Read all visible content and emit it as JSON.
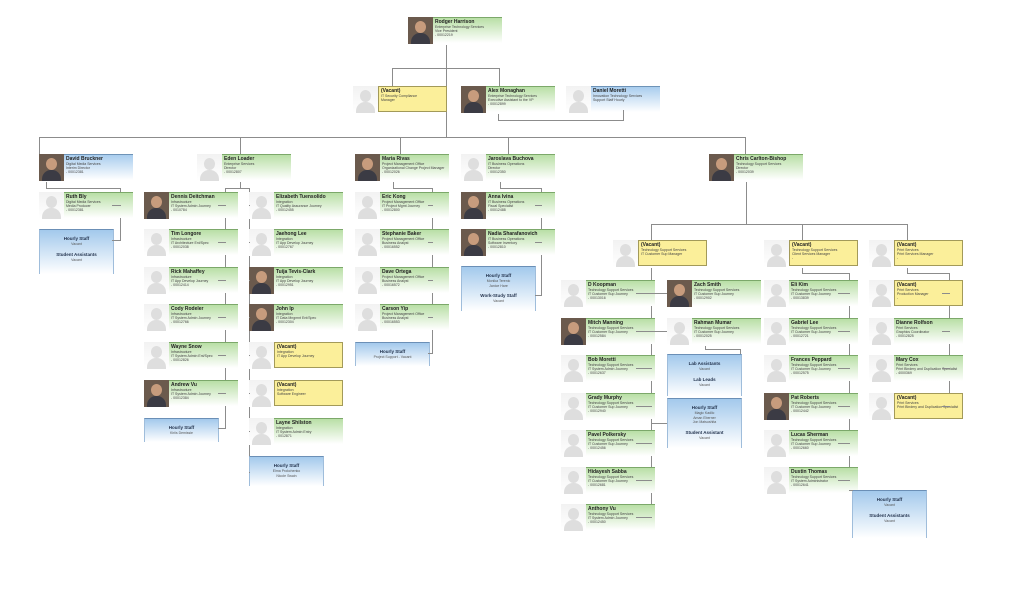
{
  "colors": {
    "filled": "#b9dfa6",
    "vacant": "#fbef9a",
    "support": "#a9cdee",
    "connector": "#8c8c8c"
  },
  "top": {
    "name": "Rodger Harrison",
    "dept": "Enterprise Technology Services",
    "title": "Vice President",
    "id": "- 00012219"
  },
  "top_direct": [
    {
      "name": "(Vacant)",
      "dept": "IT Security Compliance",
      "title": "Manager",
      "id": ""
    },
    {
      "name": "Alex Monaghan",
      "dept": "Enterprise Technology Services",
      "title": "Executive Assistant to the VP",
      "id": "- 00012899"
    },
    {
      "name": "Daniel Moretti",
      "dept": "Innovation Technology Services",
      "title": "Support Staff Hourly",
      "id": ""
    }
  ],
  "directors": [
    {
      "name": "David Bruckner",
      "dept": "Digital Media Services",
      "title": "Interim Director",
      "id": "- 00012381",
      "reports": [
        {
          "name": "Ruth Bly",
          "dept": "Digital Media Services",
          "title": "Media Producer",
          "id": "- 00012381"
        }
      ],
      "staff": {
        "h1": "Hourly Staff",
        "s1": "Vacant",
        "h2": "Student Assistants",
        "s2": "Vacant"
      }
    },
    {
      "name": "Eden Loader",
      "dept": "Enterprise Services",
      "title": "Director",
      "id": "- 00012807",
      "left_reports": [
        {
          "name": "Dennis Deitchman",
          "dept": "Infrastructure",
          "title": "IT System Admin Journey",
          "id": "- 0010784"
        },
        {
          "name": "Tim Longore",
          "dept": "Infrastructure",
          "title": "IT Architecture Ent/Spec",
          "id": "- 00012038"
        },
        {
          "name": "Rick Mahaffey",
          "dept": "Infrastructure",
          "title": "IT App Develop Journey",
          "id": "- 00012414"
        },
        {
          "name": "Cody Rodeler",
          "dept": "Infrastructure",
          "title": "IT System Admin Journey",
          "id": "- 00012766"
        },
        {
          "name": "Wayne Snow",
          "dept": "Infrastructure",
          "title": "IT System Admin Ent/Spec",
          "id": "- 00012826"
        },
        {
          "name": "Andrew Vu",
          "dept": "Infrastructure",
          "title": "IT System Admin Journey",
          "id": "- 00012384"
        }
      ],
      "left_staff": {
        "h1": "Hourly Staff",
        "s1": "Kiriis Demissie"
      },
      "right_reports": [
        {
          "name": "Elizabeth Tuensolido",
          "dept": "Integration",
          "title": "IT Quality Assurance Journey",
          "id": "- 00012455"
        },
        {
          "name": "Jaehong Lee",
          "dept": "Integration",
          "title": "IT App Develop Journey",
          "id": "- 00012767"
        },
        {
          "name": "Tuija Tevis-Clark",
          "dept": "Integration",
          "title": "IT App Develop Journey",
          "id": "- 00012951"
        },
        {
          "name": "John Ip",
          "dept": "Integration",
          "title": "IT Data Mngmnt Ent/Spec",
          "id": "- 00012304"
        },
        {
          "name": "(Vacant)",
          "dept": "Integration",
          "title": "IT App Develop Journey",
          "id": ""
        },
        {
          "name": "(Vacant)",
          "dept": "Integration",
          "title": "Software Engineer",
          "id": ""
        },
        {
          "name": "Layne Shilston",
          "dept": "Integration",
          "title": "IT System Admin Entry",
          "id": "- 0012871"
        }
      ],
      "right_staff": {
        "h1": "Hourly Staff",
        "s1": "Elma Prokchenko",
        "s2": "Nicole Swain"
      }
    },
    {
      "name": "Maria Rivas",
      "dept": "Project Management Office",
      "title": "Organizational Change Project Manager",
      "id": "- 00012026",
      "reports": [
        {
          "name": "Eric Kong",
          "dept": "Project Management Office",
          "title": "IT Project Mgmt Journey",
          "id": "- 00012800"
        },
        {
          "name": "Stephanie Baker",
          "dept": "Project Management Office",
          "title": "Business Analyst",
          "id": "- 00016552"
        },
        {
          "name": "Dave Ortega",
          "dept": "Project Management Office",
          "title": "Business Analyst",
          "id": "- 00016572"
        },
        {
          "name": "Carson Yip",
          "dept": "Project Management Office",
          "title": "Business Analyst",
          "id": "- 00016553"
        }
      ],
      "staff": {
        "h1": "Hourly Staff",
        "s1": "Project Support - Vacant"
      }
    },
    {
      "name": "Jaroslava Buchova",
      "dept": "IT Business Operations",
      "title": "Director",
      "id": "- 00012350",
      "reports": [
        {
          "name": "Anna Ivina",
          "dept": "IT Business Operations",
          "title": "Fiscal Specialist",
          "id": "- 00012488"
        },
        {
          "name": "Nadia Sharafanovich",
          "dept": "IT Business Operations",
          "title": "Software Inventory",
          "id": "- 00012810"
        }
      ],
      "staff": {
        "h1": "Hourly Staff",
        "s1": "Monika Terenic",
        "s2": "Janice Hare",
        "h2": "Work-Study Staff",
        "s3": "Vacant"
      }
    },
    {
      "name": "Chris Carlton-Bishop",
      "dept": "Technology Support Services",
      "title": "Director",
      "id": "- 00012039",
      "managers": [
        {
          "name": "(Vacant)",
          "dept": "Technology Support Services",
          "title": "IT Customer Sup Manager",
          "id": "",
          "left_reports": [
            {
              "name": "D Koopman",
              "dept": "Technology Support Services",
              "title": "IT Customer Sup Journey",
              "id": "- 00013016"
            },
            {
              "name": "Mitch Manning",
              "dept": "Technology Support Services",
              "title": "IT Customer Sup Journey",
              "id": "- 00012584"
            },
            {
              "name": "Bob Moretti",
              "dept": "Technology Support Services",
              "title": "IT System Admin Journey",
              "id": "- 00012637"
            },
            {
              "name": "Grady Murphy",
              "dept": "Technology Support Services",
              "title": "IT Customer Sup Journey",
              "id": "- 00012940"
            },
            {
              "name": "Pavel Polkersky",
              "dept": "Technology Support Services",
              "title": "IT Customer Sup Journey",
              "id": "- 00012456"
            },
            {
              "name": "Hidayesh Sabba",
              "dept": "Technology Support Services",
              "title": "IT Customer Sup Journey",
              "id": "- 00012681"
            },
            {
              "name": "Anthony Vu",
              "dept": "Technology Support Services",
              "title": "IT System Admin Journey",
              "id": "- 00012450"
            }
          ],
          "right_reports": [
            {
              "name": "Zach Smith",
              "dept": "Technology Support Services",
              "title": "IT Customer Sup Journey",
              "id": "- 00012902"
            },
            {
              "name": "Rahman Mumar",
              "dept": "Technology Support Services",
              "title": "IT Customer Sup Journey",
              "id": "- 00012025"
            }
          ],
          "lab_staff": {
            "h1": "Lab Assistants",
            "s1": "Vacant",
            "h2": "Lab Leads",
            "s2": "Vacant"
          },
          "staff": {
            "h1": "Hourly Staff",
            "s1": "Magic Kadlic",
            "s2": "Aman Eberner",
            "s3": "Jon Matsushita",
            "h2": "Student Assistant",
            "s4": "Vacant"
          }
        },
        {
          "name": "(Vacant)",
          "dept": "Technology Support Services",
          "title": "Client Services Manager",
          "id": "-",
          "reports": [
            {
              "name": "Eli Kim",
              "dept": "Technology Support Services",
              "title": "IT Customer Sup Journey",
              "id": "- 00013839"
            },
            {
              "name": "Gabriel Lee",
              "dept": "Technology Support Services",
              "title": "IT Customer Sup Journey",
              "id": "- 00012721"
            },
            {
              "name": "Frances Peppard",
              "dept": "Technology Support Services",
              "title": "IT Customer Sup Journey",
              "id": "- 00012575"
            },
            {
              "name": "Pat Roberts",
              "dept": "Technology Support Services",
              "title": "IT Customer Sup Journey",
              "id": "- 00012442"
            },
            {
              "name": "Lucas Sherman",
              "dept": "Technology Support Services",
              "title": "IT Customer Sup Journey",
              "id": "- 00012660"
            },
            {
              "name": "Dustin Thomas",
              "dept": "Technology Support Services",
              "title": "IT System Administrator",
              "id": "- 00012641"
            }
          ],
          "staff": {
            "h1": "Hourly Staff",
            "s1": "Vacant",
            "h2": "Student Assistants",
            "s2": "Vacant"
          }
        },
        {
          "name": "(Vacant)",
          "dept": "Print Services",
          "title": "Print Services Manager",
          "id": "-",
          "reports": [
            {
              "name": "(Vacant)",
              "dept": "Print Services",
              "title": "Production Manager",
              "id": "-"
            },
            {
              "name": "Dianne Rolfson",
              "dept": "Print Services",
              "title": "Graphics Coordinator",
              "id": "- 00012825"
            },
            {
              "name": "Mary Cox",
              "dept": "Print Services",
              "title": "Print Bindery and Duplication Specialist",
              "id": "- 4000369"
            },
            {
              "name": "(Vacant)",
              "dept": "Print Services",
              "title": "Print Bindery and Duplication Specialist",
              "id": ""
            }
          ]
        }
      ]
    }
  ]
}
